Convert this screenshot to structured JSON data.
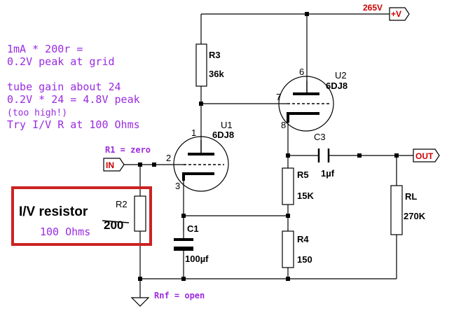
{
  "notes": {
    "line1": "1mA * 200r =",
    "line2": "0.2V peak at grid",
    "line3": "tube gain about 24",
    "line4": "0.2V * 24 = 4.8V peak",
    "line5": "(too high!)",
    "line6": "Try I/V R at 100 Ohms"
  },
  "supply": {
    "voltage": "265V",
    "port": "+V"
  },
  "ports": {
    "input": "IN",
    "output": "OUT"
  },
  "tubes": {
    "u1": {
      "ref": "U1",
      "type": "6DJ8",
      "pin_plate": "1",
      "pin_grid": "2",
      "pin_cathode": "3"
    },
    "u2": {
      "ref": "U2",
      "type": "6DJ8",
      "pin_plate": "6",
      "pin_grid": "7",
      "pin_cathode": "8"
    }
  },
  "components": {
    "r1_note": "R1 = zero",
    "r2": {
      "ref": "R2",
      "value": "200"
    },
    "r3": {
      "ref": "R3",
      "value": "36k"
    },
    "r4": {
      "ref": "R4",
      "value": "150"
    },
    "r5": {
      "ref": "R5",
      "value": "15K"
    },
    "rl": {
      "ref": "RL",
      "value": "270K"
    },
    "c1": {
      "ref": "C1",
      "value": "100µf"
    },
    "c3": {
      "ref": "C3",
      "value": "1µf"
    },
    "rnf_note": "Rnf = open"
  },
  "iv_box": {
    "title": "I/V resistor",
    "subtitle": "100 Ohms",
    "border_color": "#cc2222"
  },
  "colors": {
    "annotation": "#9a2be0",
    "supply": "#cc0000",
    "wire": "#000000"
  }
}
